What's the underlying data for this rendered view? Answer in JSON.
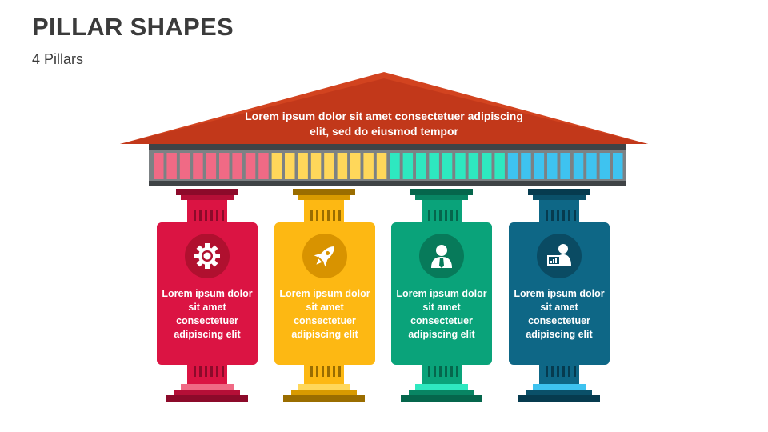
{
  "title": "PILLAR SHAPES",
  "subtitle": "4 Pillars",
  "roof": {
    "text": "Lorem ipsum dolor sit amet consectetuer adipiscing elit, sed do eiusmod tempor",
    "color": "#c93c1f"
  },
  "pillars": [
    {
      "text": "Lorem ipsum dolor sit amet consectetuer adipiscing elit",
      "icon": "gear-icon",
      "color": "#db1443",
      "dark": "#8c0a2a",
      "light": "#f06a85"
    },
    {
      "text": "Lorem ipsum dolor sit amet consectetuer adipiscing elit",
      "icon": "rocket-icon",
      "color": "#fdb813",
      "dark": "#9a6d00",
      "light": "#ffd75a"
    },
    {
      "text": "Lorem ipsum dolor sit amet consectetuer adipiscing elit",
      "icon": "businessman-icon",
      "color": "#0aa37a",
      "dark": "#05664c",
      "light": "#2ee8c0"
    },
    {
      "text": "Lorem ipsum dolor sit amet consectetuer adipiscing elit",
      "icon": "presenter-icon",
      "color": "#0e6786",
      "dark": "#063b4f",
      "light": "#3ec3f0"
    }
  ]
}
